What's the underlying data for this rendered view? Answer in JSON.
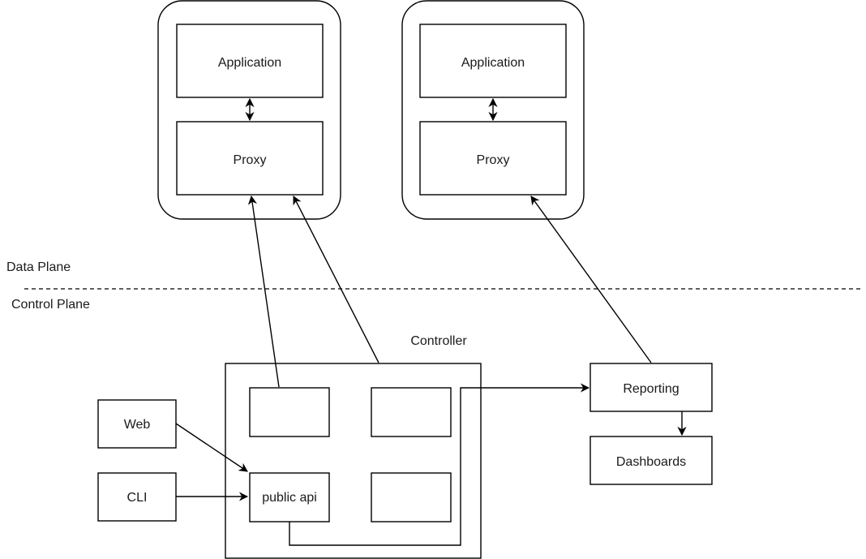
{
  "zones": {
    "data_plane": "Data Plane",
    "control_plane": "Control Plane"
  },
  "pods": [
    {
      "application": "Application",
      "proxy": "Proxy"
    },
    {
      "application": "Application",
      "proxy": "Proxy"
    }
  ],
  "controller": {
    "title": "Controller",
    "public_api": "public api"
  },
  "clients": {
    "web": "Web",
    "cli": "CLI"
  },
  "reporting": "Reporting",
  "dashboards": "Dashboards"
}
